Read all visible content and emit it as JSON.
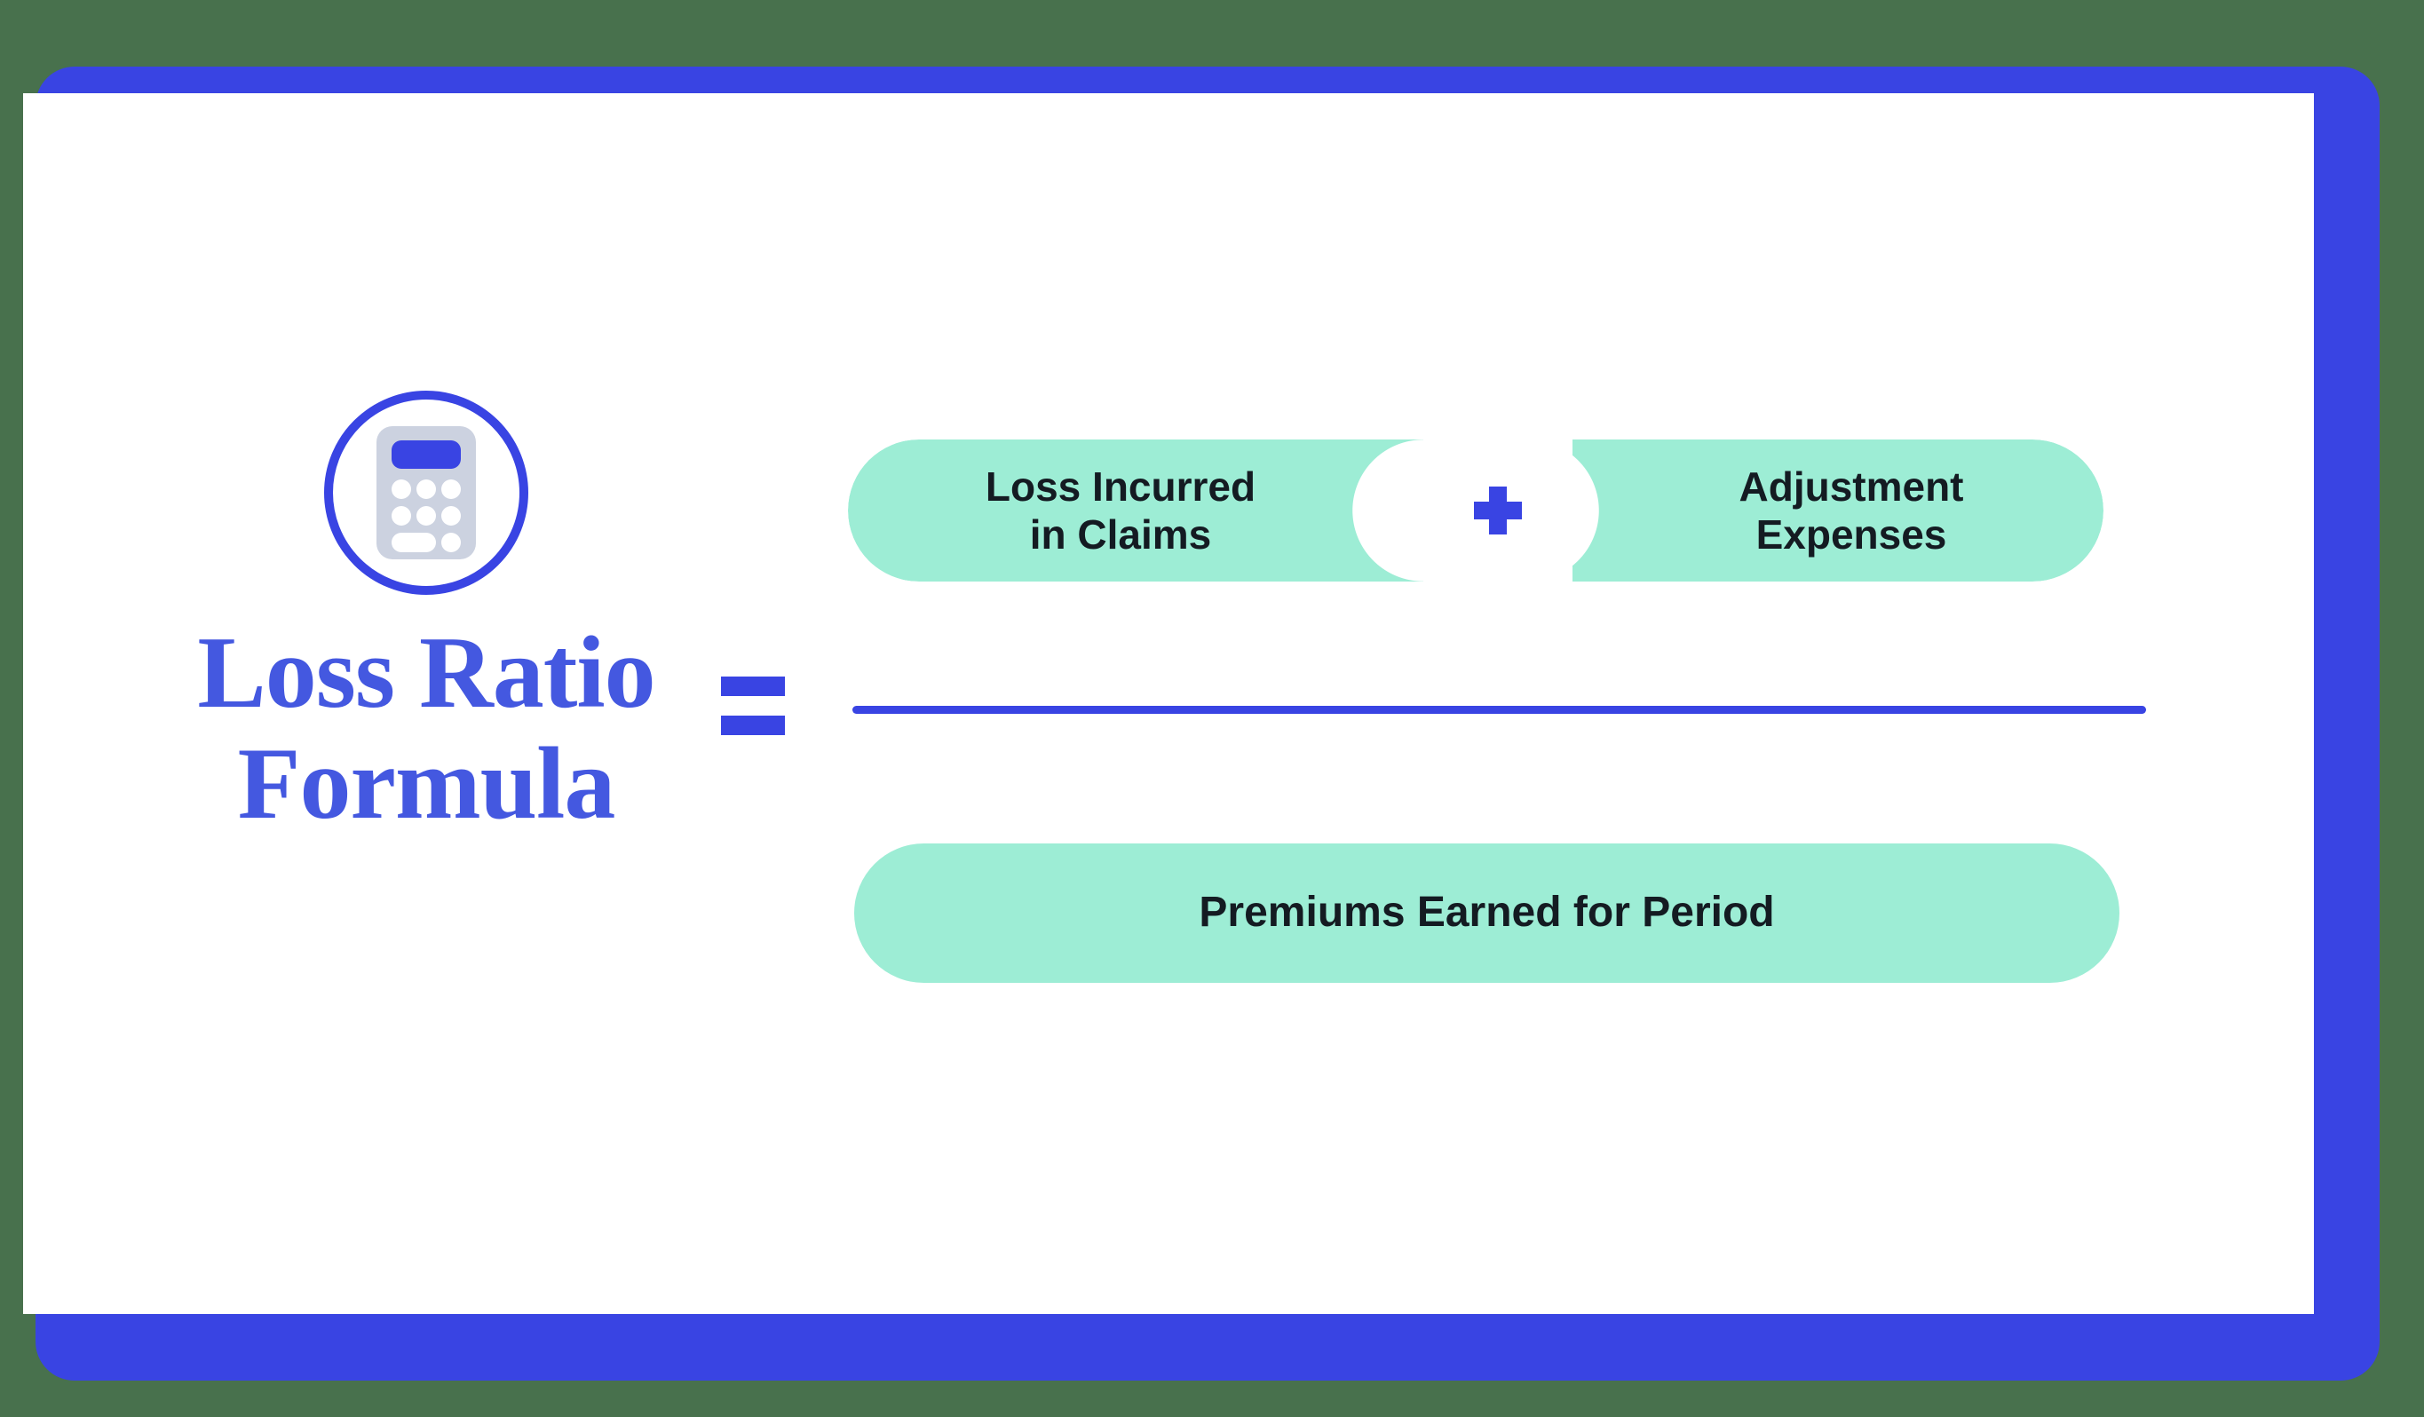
{
  "theme": {
    "background_color": "#48714d",
    "frame_color": "#3944e3",
    "card_color": "#ffffff",
    "pill_color": "#9dedd5",
    "pill_text_color": "#141b22",
    "accent_blue": "#3944e3",
    "title_blue": "#4458e0"
  },
  "title": {
    "line1": "Loss Ratio",
    "line2": "Formula"
  },
  "icon": {
    "name": "calculator-icon",
    "circle_color": "#3944e3",
    "body_color": "#ccd2e0",
    "screen_color": "#3944e3",
    "key_color": "#ffffff"
  },
  "equals": {
    "symbol": "="
  },
  "formula": {
    "numerator": {
      "terms": [
        {
          "label": "Loss Incurred\nin Claims",
          "line1": "Loss Incurred",
          "line2": "in Claims"
        },
        {
          "label": "Adjustment\nExpenses",
          "line1": "Adjustment",
          "line2": "Expenses"
        }
      ],
      "operator": "+"
    },
    "denominator": {
      "label": "Premiums Earned for Period"
    }
  }
}
